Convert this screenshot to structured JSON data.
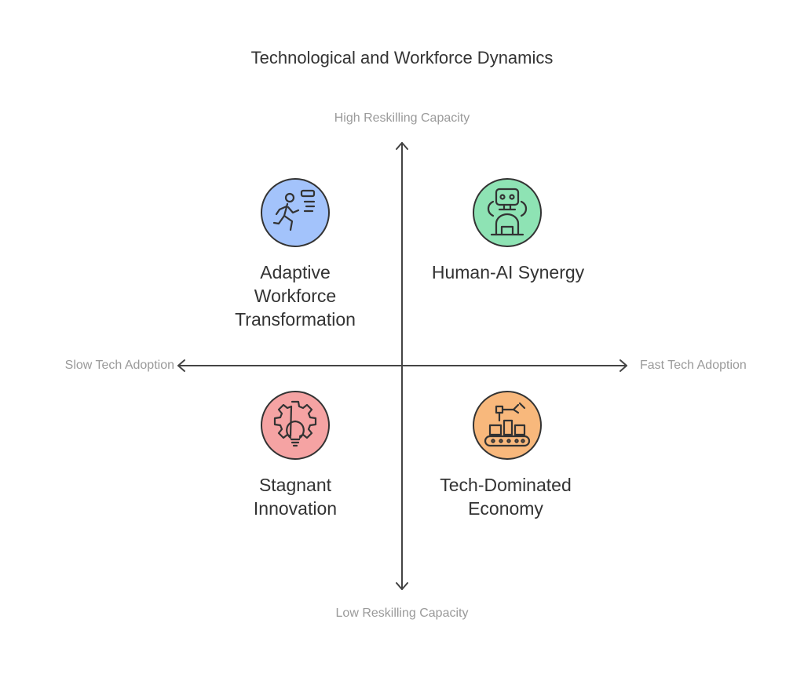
{
  "title": "Technological and Workforce Dynamics",
  "axes": {
    "top": "High Reskilling Capacity",
    "bottom": "Low Reskilling Capacity",
    "left": "Slow Tech Adoption",
    "right": "Fast Tech Adoption"
  },
  "quadrants": {
    "top_left": {
      "label_line1": "Adaptive",
      "label_line2": "Workforce",
      "label_line3": "Transformation",
      "icon": "running-person-icon",
      "color": "#a3c3fb"
    },
    "top_right": {
      "label_line1": "Human-AI Synergy",
      "icon": "robot-icon",
      "color": "#8ee3b4"
    },
    "bottom_left": {
      "label_line1": "Stagnant",
      "label_line2": "Innovation",
      "icon": "gear-lightbulb-icon",
      "color": "#f5a3a3"
    },
    "bottom_right": {
      "label_line1": "Tech-Dominated",
      "label_line2": "Economy",
      "icon": "robotic-arm-conveyor-icon",
      "color": "#f8b87c"
    }
  }
}
